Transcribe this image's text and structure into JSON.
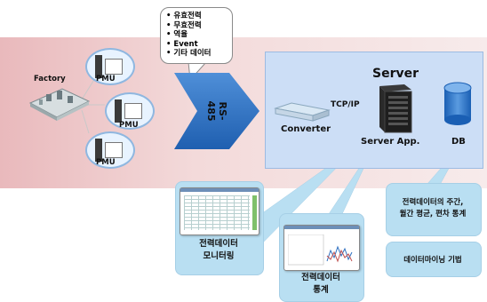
{
  "bubble_items": [
    "유효전력",
    "무효전력",
    "역율",
    "Event",
    "기타 데이터"
  ],
  "factory_label": "Factory",
  "pmu_labels": [
    "PMU",
    "PMU",
    "PMU"
  ],
  "arrow_label": "RS-485",
  "server_title": "Server",
  "tcp_label": "TCP/IP",
  "converter_label": "Converter",
  "server_app_label": "Server App.",
  "db_label": "DB",
  "callouts": {
    "monitoring": "전력데이터\n모니터링",
    "statistics": "전력데이터\n통계",
    "db_stats": "전력데이터의 주간,\n월간 평균, 편차 통계",
    "data_mining": "데이터마이닝 기법"
  }
}
